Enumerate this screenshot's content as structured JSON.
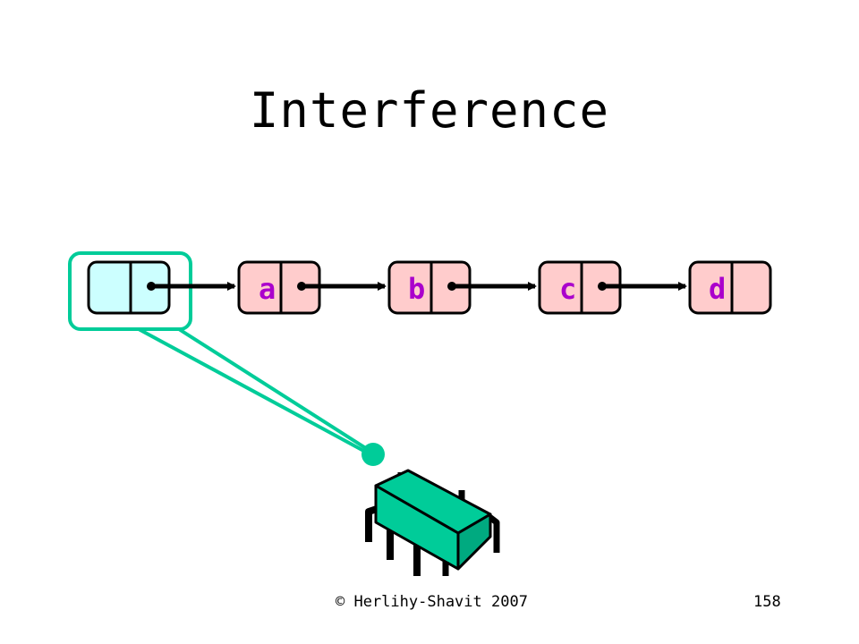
{
  "slide": {
    "title": "Interference",
    "footer_copyright": "© Herlihy-Shavit 2007",
    "page_number": "158"
  },
  "diagram": {
    "head_node_fill": "#ccffff",
    "node_fill": "#ffcccc",
    "thread_color": "#00cc99",
    "node_text_color": "#aa00cc",
    "nodes": [
      {
        "label": "a"
      },
      {
        "label": "b"
      },
      {
        "label": "c"
      },
      {
        "label": "d"
      }
    ]
  }
}
